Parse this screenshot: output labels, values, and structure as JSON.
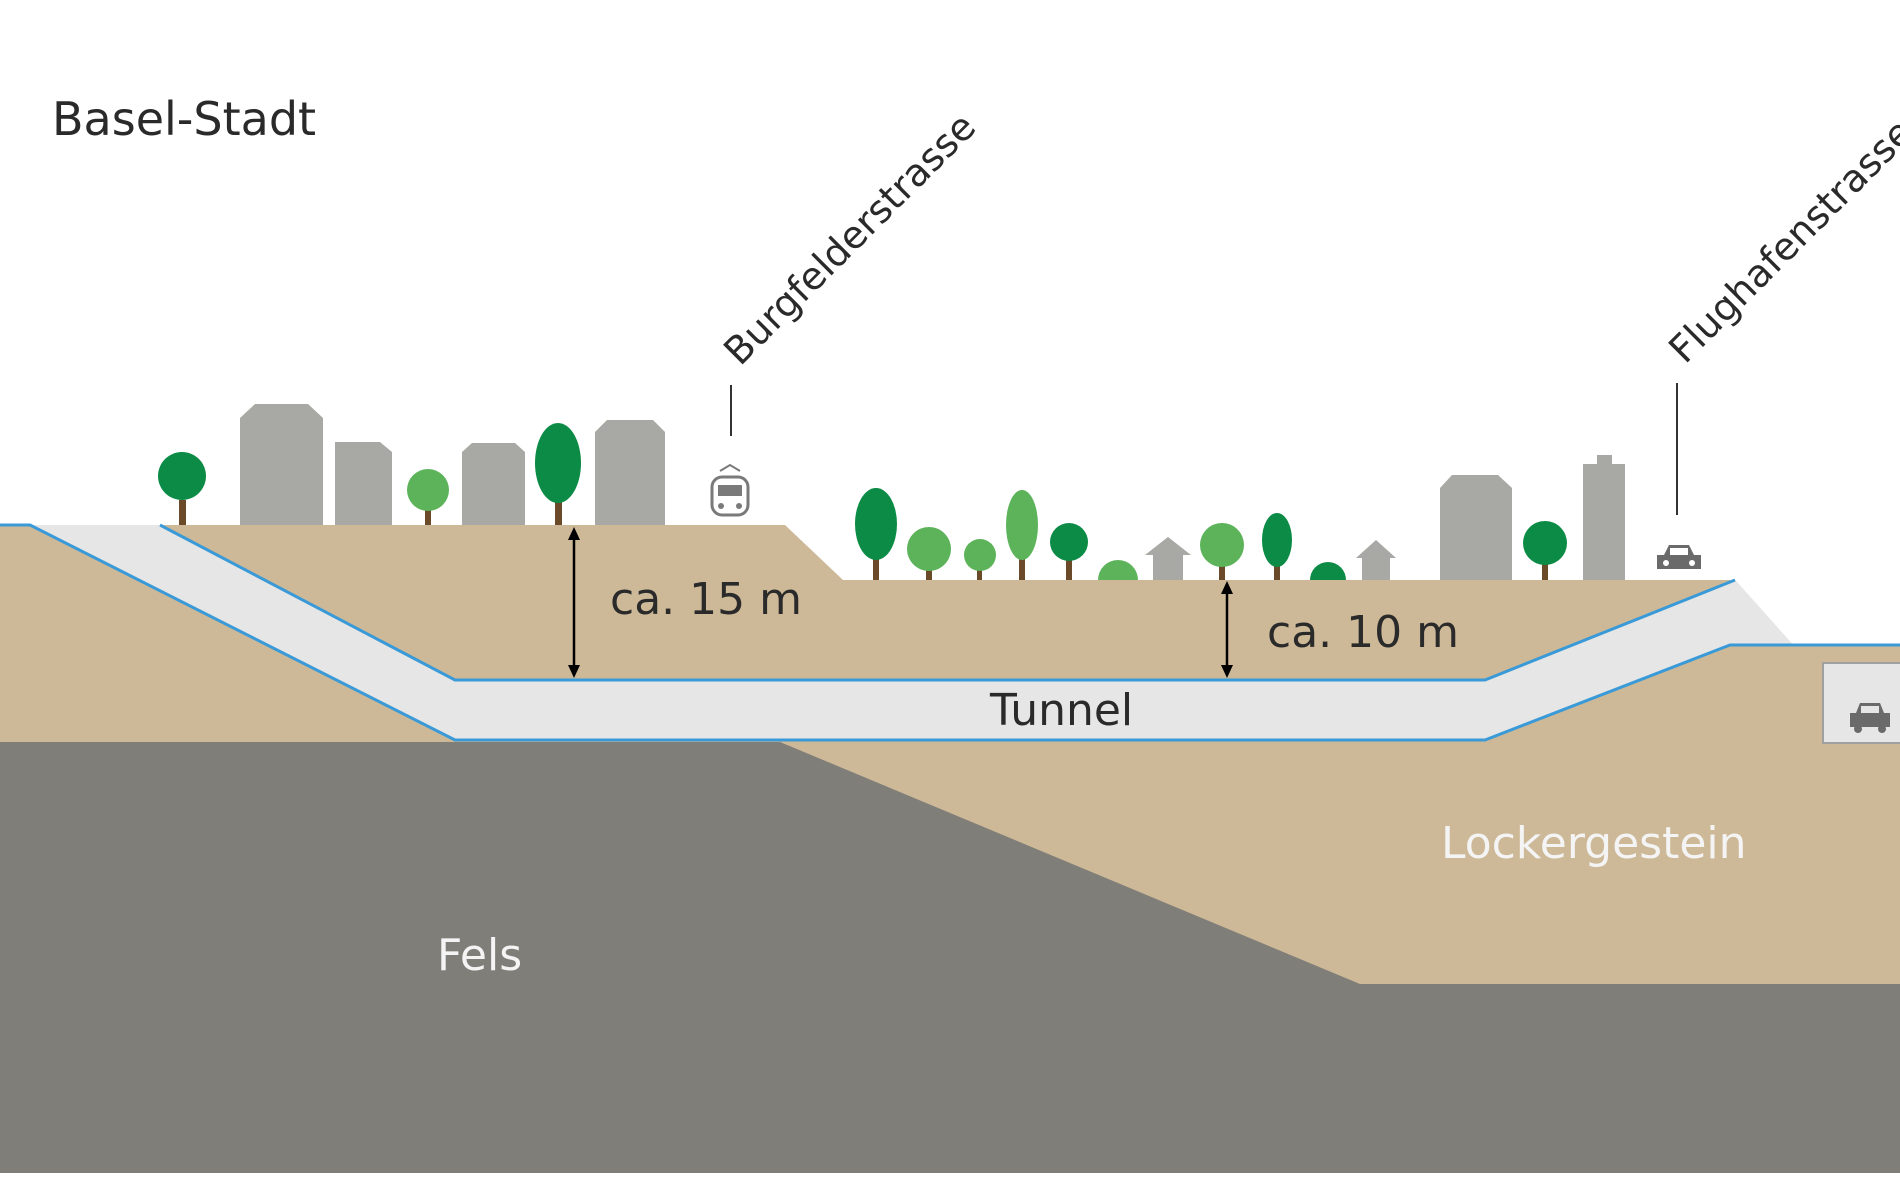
{
  "region_label": "Basel-Stadt",
  "streets": {
    "left": "Burgfelderstrasse",
    "right": "Flughafenstrasse"
  },
  "dimensions": {
    "left": "ca. 15 m",
    "right": "ca. 10 m"
  },
  "tunnel_label": "Tunnel",
  "layers": {
    "loose_rock": "Lockergestein",
    "bedrock": "Fels"
  },
  "icons": {
    "tram": "tram-icon",
    "car": "car-icon",
    "tree": "tree-icon",
    "building": "building-icon",
    "house": "house-icon"
  },
  "colors": {
    "soil": "#cdb998",
    "rock": "#807e78",
    "tunnel": "#e6e6e6",
    "tunnel_edge": "#3a9ad8",
    "building": "#a8a8a4",
    "tree_dark": "#0b8b45",
    "tree_light": "#5cb35a",
    "trunk": "#6b4a2a",
    "text": "#2a2a2a"
  }
}
